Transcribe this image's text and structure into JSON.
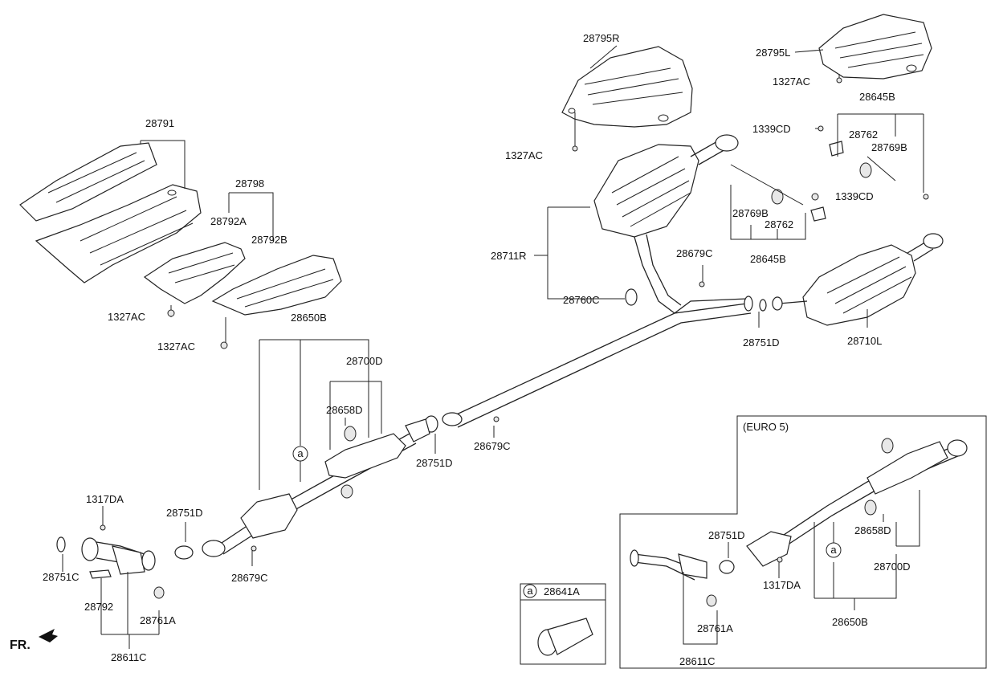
{
  "labels": {
    "p28795R": "28795R",
    "p28795L": "28795L",
    "p1327AC_a": "1327AC",
    "p1327AC_b": "1327AC",
    "p1327AC_c": "1327AC",
    "p1327AC_d": "1327AC",
    "p28645B_a": "28645B",
    "p28645B_b": "28645B",
    "p1339CD_a": "1339CD",
    "p1339CD_b": "1339CD",
    "p28762_a": "28762",
    "p28762_b": "28762",
    "p28769B_a": "28769B",
    "p28769B_b": "28769B",
    "p28791": "28791",
    "p28798": "28798",
    "p28792A": "28792A",
    "p28792B": "28792B",
    "p28711R": "28711R",
    "p28679C_a": "28679C",
    "p28679C_b": "28679C",
    "p28679C_c": "28679C",
    "p28760C": "28760C",
    "p28751D_a": "28751D",
    "p28751D_b": "28751D",
    "p28751D_c": "28751D",
    "p28751D_d": "28751D",
    "p28710L": "28710L",
    "p28650B_a": "28650B",
    "p28650B_b": "28650B",
    "p28700D_a": "28700D",
    "p28700D_b": "28700D",
    "p28658D_a": "28658D",
    "p28658D_b": "28658D",
    "p1317DA_a": "1317DA",
    "p1317DA_b": "1317DA",
    "p28751C": "28751C",
    "p28792": "28792",
    "p28761A_a": "28761A",
    "p28761A_b": "28761A",
    "p28611C_a": "28611C",
    "p28611C_b": "28611C",
    "p28641A": "28641A",
    "euro5": "(EURO 5)",
    "circle_a1": "a",
    "circle_a2": "a",
    "circle_a3": "a",
    "fr": "FR."
  }
}
